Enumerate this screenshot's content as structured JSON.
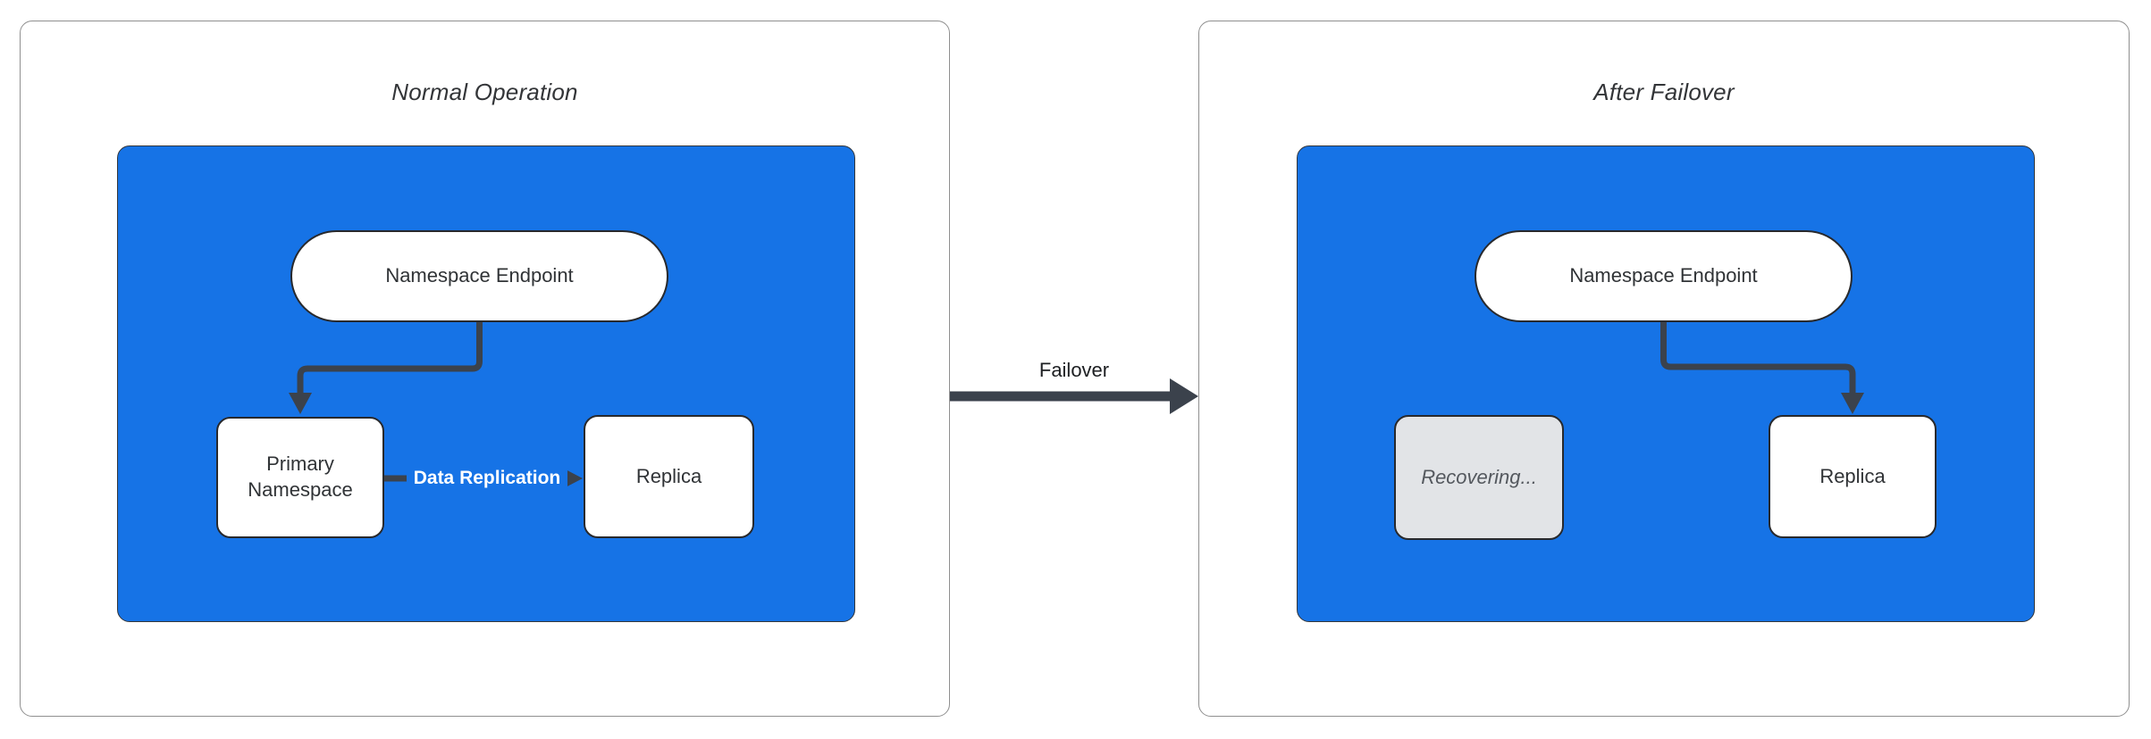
{
  "diagram": {
    "panels": [
      {
        "title": "Normal Operation",
        "container": "namespace-cluster",
        "nodes": {
          "endpoint": "Namespace Endpoint",
          "left_box": "Primary Namespace",
          "right_box": "Replica"
        },
        "edges": {
          "endpoint_to": "Primary Namespace",
          "replication_label": "Data Replication"
        }
      },
      {
        "title": "After Failover",
        "container": "namespace-cluster",
        "nodes": {
          "endpoint": "Namespace Endpoint",
          "left_box": "Recovering...",
          "right_box": "Replica"
        },
        "edges": {
          "endpoint_to": "Replica"
        }
      }
    ],
    "transition": {
      "label": "Failover"
    },
    "colors": {
      "container_blue": "#1673e6",
      "connector_dark": "#3b424c",
      "recovering_fill": "#e2e4e7",
      "recovering_text": "#54585e",
      "node_fill": "#ffffff",
      "node_border": "#28292c",
      "panel_border": "#8f8f8f",
      "title_text": "#333538",
      "replication_label_text": "#ffffff"
    }
  }
}
